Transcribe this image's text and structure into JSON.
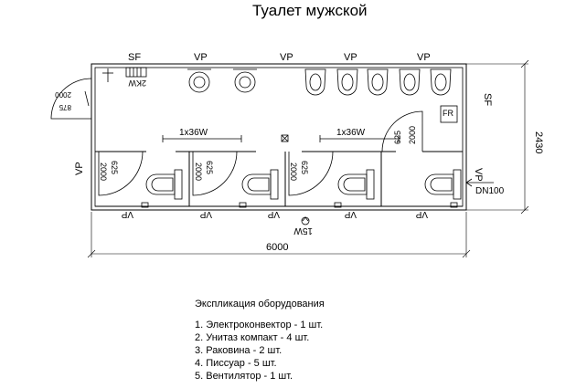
{
  "title": "Туалет мужской",
  "labels": {
    "sf": "SF",
    "vp": "VP",
    "fr": "FR",
    "heater": "2KW",
    "lamp": "1x36W",
    "fan": "15W",
    "drain": "DN100",
    "total_length": "6000",
    "total_width": "2430",
    "door_width": "875",
    "door_height": "2000",
    "cabin_width": "625",
    "cabin_height": "2000"
  },
  "legend": {
    "heading": "Экспликация оборудования",
    "items": [
      "1. Электроконвектор - 1 шт.",
      "2. Унитаз компакт - 4 шт.",
      "3. Раковина - 2 шт.",
      "4. Писсуар - 5 шт.",
      "5. Вентилятор - 1 шт."
    ]
  }
}
